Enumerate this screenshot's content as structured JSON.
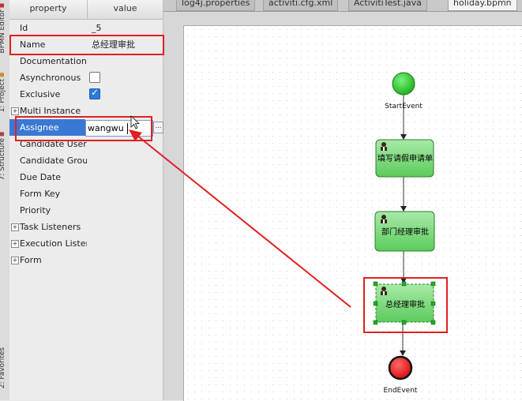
{
  "left_strip": {
    "tab_bpmn": "BPMN Editor",
    "tab_project": "1: Project",
    "tab_structure": "7: Structure",
    "tab_favorites": "2: Favorites"
  },
  "properties": {
    "header_property": "property",
    "header_value": "value",
    "rows": {
      "id": {
        "label": "Id",
        "value": "_5"
      },
      "name": {
        "label": "Name",
        "value": "总经理审批"
      },
      "documentation": {
        "label": "Documentation"
      },
      "asynchronous": {
        "label": "Asynchronous",
        "checked": false
      },
      "exclusive": {
        "label": "Exclusive",
        "checked": true
      },
      "multi_instance": {
        "label": "Multi Instance"
      },
      "assignee": {
        "label": "Assignee",
        "value": "wangwu"
      },
      "candidate_users": {
        "label": "Candidate Users"
      },
      "candidate_groups": {
        "label": "Candidate Groups"
      },
      "due_date": {
        "label": "Due Date"
      },
      "form_key": {
        "label": "Form Key"
      },
      "priority": {
        "label": "Priority"
      },
      "task_listeners": {
        "label": "Task Listeners"
      },
      "execution_listeners": {
        "label": "Execution Listeners"
      },
      "form": {
        "label": "Form"
      }
    },
    "expand_glyph": "+",
    "more_button": "..."
  },
  "editor_tabs": [
    "log4j.properties",
    "activiti.cfg.xml",
    "ActivitiTest.java",
    "holiday.bpmn"
  ],
  "diagram": {
    "start_event": {
      "label": "StartEvent",
      "color": "#22c322"
    },
    "tasks": [
      "填写请假申请单",
      "部门经理审批",
      "总经理审批"
    ],
    "end_event": {
      "label": "EndEvent",
      "color": "#e81414"
    }
  },
  "colors": {
    "highlight": "#e02020",
    "task_fill": "#7fdc7f",
    "selection": "#3b78d4"
  }
}
